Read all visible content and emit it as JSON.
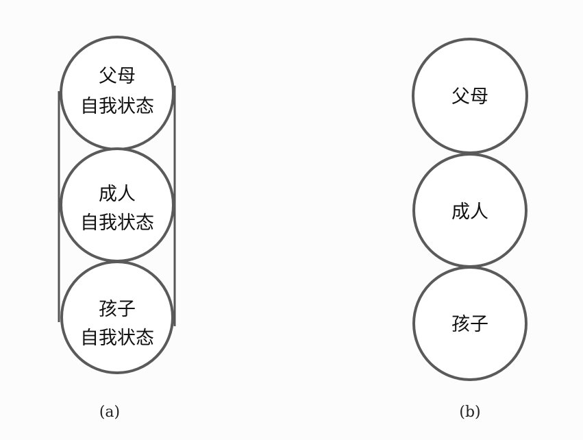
{
  "panel_a": {
    "caption": "(a)",
    "states": [
      {
        "line1": "父母",
        "line2": "自我状态"
      },
      {
        "line1": "成人",
        "line2": "自我状态"
      },
      {
        "line1": "孩子",
        "line2": "自我状态"
      }
    ]
  },
  "panel_b": {
    "caption": "(b)",
    "states": [
      "父母",
      "成人",
      "孩子"
    ]
  }
}
